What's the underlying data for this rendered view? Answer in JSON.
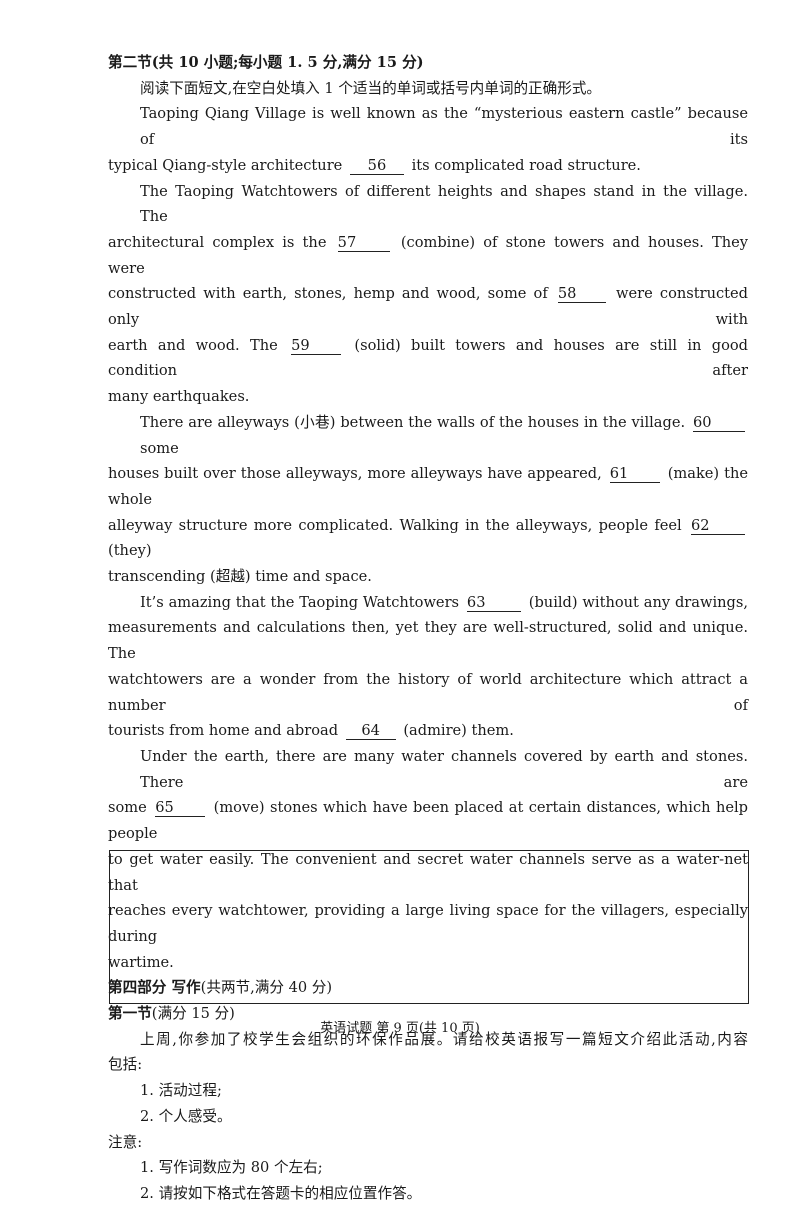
{
  "section2": {
    "title": "第二节(共 10 小题;每小题 1. 5 分,满分 15 分)",
    "instruction": "阅读下面短文,在空白处填入 1 个适当的单词或括号内单词的正确形式。",
    "p1": {
      "l1": "Taoping Qiang Village is well known as the “mysterious eastern castle” because of its",
      "l2a": "typical Qiang-style architecture",
      "b56": "56",
      "l2b": "its complicated road structure."
    },
    "p2": {
      "l1": "The Taoping Watchtowers of different heights and shapes stand in the village. The",
      "l2a": "architectural complex is the",
      "b57": "57",
      "l2b": "(combine) of stone towers and houses. They were",
      "l3a": "constructed with earth, stones, hemp and wood, some of",
      "b58": "58",
      "l3b": "were constructed only with",
      "l4a": "earth and wood. The",
      "b59": "59",
      "l4b": "(solid) built towers and houses are still in good condition after",
      "l5": "many earthquakes."
    },
    "p3": {
      "l1a": "There are alleyways (小巷) between the walls of the houses in the village.",
      "b60": "60",
      "l1b": "some",
      "l2a": "houses built over those alleyways, more alleyways have appeared,",
      "b61": "61",
      "l2b": "(make) the whole",
      "l3a": "alleyway structure more complicated. Walking in the alleyways, people feel",
      "b62": "62",
      "l3b": "(they)",
      "l4": "transcending (超越) time and space."
    },
    "p4": {
      "l1a": "It’s amazing that the Taoping Watchtowers",
      "b63": "63",
      "l1b": "(build) without any drawings,",
      "l2": "measurements and calculations then, yet they are well-structured, solid and unique. The",
      "l3": "watchtowers are a wonder from the history of world architecture which attract a number of",
      "l4a": "tourists from home and abroad",
      "b64": "64",
      "l4b": "(admire) them."
    },
    "p5": {
      "l1": "Under the earth, there are many water channels covered by earth and stones. There are",
      "l2a": "some",
      "b65": "65",
      "l2b": "(move) stones which have been placed at certain distances, which help people",
      "l3": "to get water easily. The convenient and secret water channels serve as a water-net that",
      "l4": "reaches every watchtower, providing a large living space for the villagers, especially during",
      "l5": "wartime."
    }
  },
  "part4": {
    "title_bold": "第四部分 写作",
    "title_rest": "(共两节,满分 40 分)",
    "section1_bold": "第一节",
    "section1_rest": "(满分 15 分)",
    "prompt_l1": "上周,你参加了校学生会组织的环保作品展。请给校英语报写一篇短文介绍此活动,内容",
    "prompt_l2": "包括:",
    "item1": "1. 活动过程;",
    "item2": "2. 个人感受。",
    "notice": "注意:",
    "note1": "1. 写作词数应为 80 个左右;",
    "note2": "2. 请按如下格式在答题卡的相应位置作答。"
  },
  "footer": "英语试题 第 9 页(共 10 页)"
}
